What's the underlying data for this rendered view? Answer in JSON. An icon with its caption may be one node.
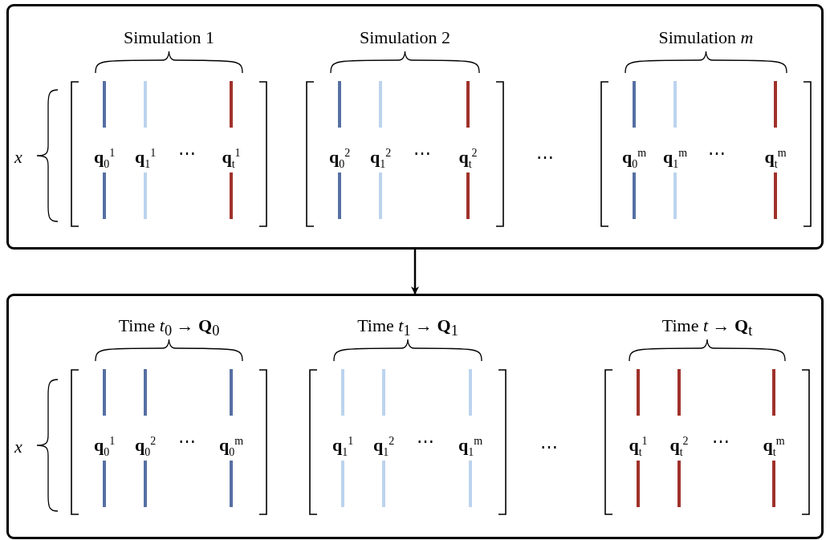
{
  "diagram": {
    "nodes": [
      {
        "text": [],
        "shape": "box"
      },
      {
        "text": [
          "Simulation 1",
          "**q**$_{0}$$^{1}$",
          "**q**$_{1}$$^{1}$",
          "⋯",
          "**q**$_{t}$$^{1}$"
        ],
        "in": 0
      },
      {
        "text": [
          "Simulation 2",
          "**q**$_{0}$$^{2}$",
          "**q**$_{1}$$^{2}$",
          "⋯",
          "**q**$_{t}$$^{2}$"
        ],
        "in": 0
      },
      {
        "text": [
          "Simulation *m*",
          "**q**$_{0}$$^{m}$",
          "**q**$_{1}$$^{m}$",
          "⋯",
          "**q**$_{t}$$^{m}$"
        ],
        "in": 0
      },
      {
        "text": [],
        "shape": "box"
      },
      {
        "text": [
          "Time *t*$_{0}$ → **Q**$_{0}$",
          "**q**$_{0}$$^{1}$",
          "**q**$_{0}$$^{2}$",
          "⋯",
          "**q**$_{0}$$^{m}$"
        ],
        "in": 4
      },
      {
        "text": [
          "Time *t*$_{1}$ → **Q**$_{1}$",
          "**q**$_{1}$$^{1}$",
          "**q**$_{1}$$^{2}$",
          "⋯",
          "**q**$_{1}$$^{m}$"
        ],
        "in": 4
      },
      {
        "text": [
          "Time *t* → **Q**$_{t}$",
          "**q**$_{t}$$^{1}$",
          "**q**$_{t}$$^{2}$",
          "⋯",
          "**q**$_{t}$$^{m}$"
        ],
        "in": 4
      }
    ],
    "edges": [
      {
        "from": 0,
        "to": 4,
        "arrow": "to"
      }
    ],
    "labels": [
      "x",
      "⋯",
      "x",
      "⋯"
    ]
  }
}
